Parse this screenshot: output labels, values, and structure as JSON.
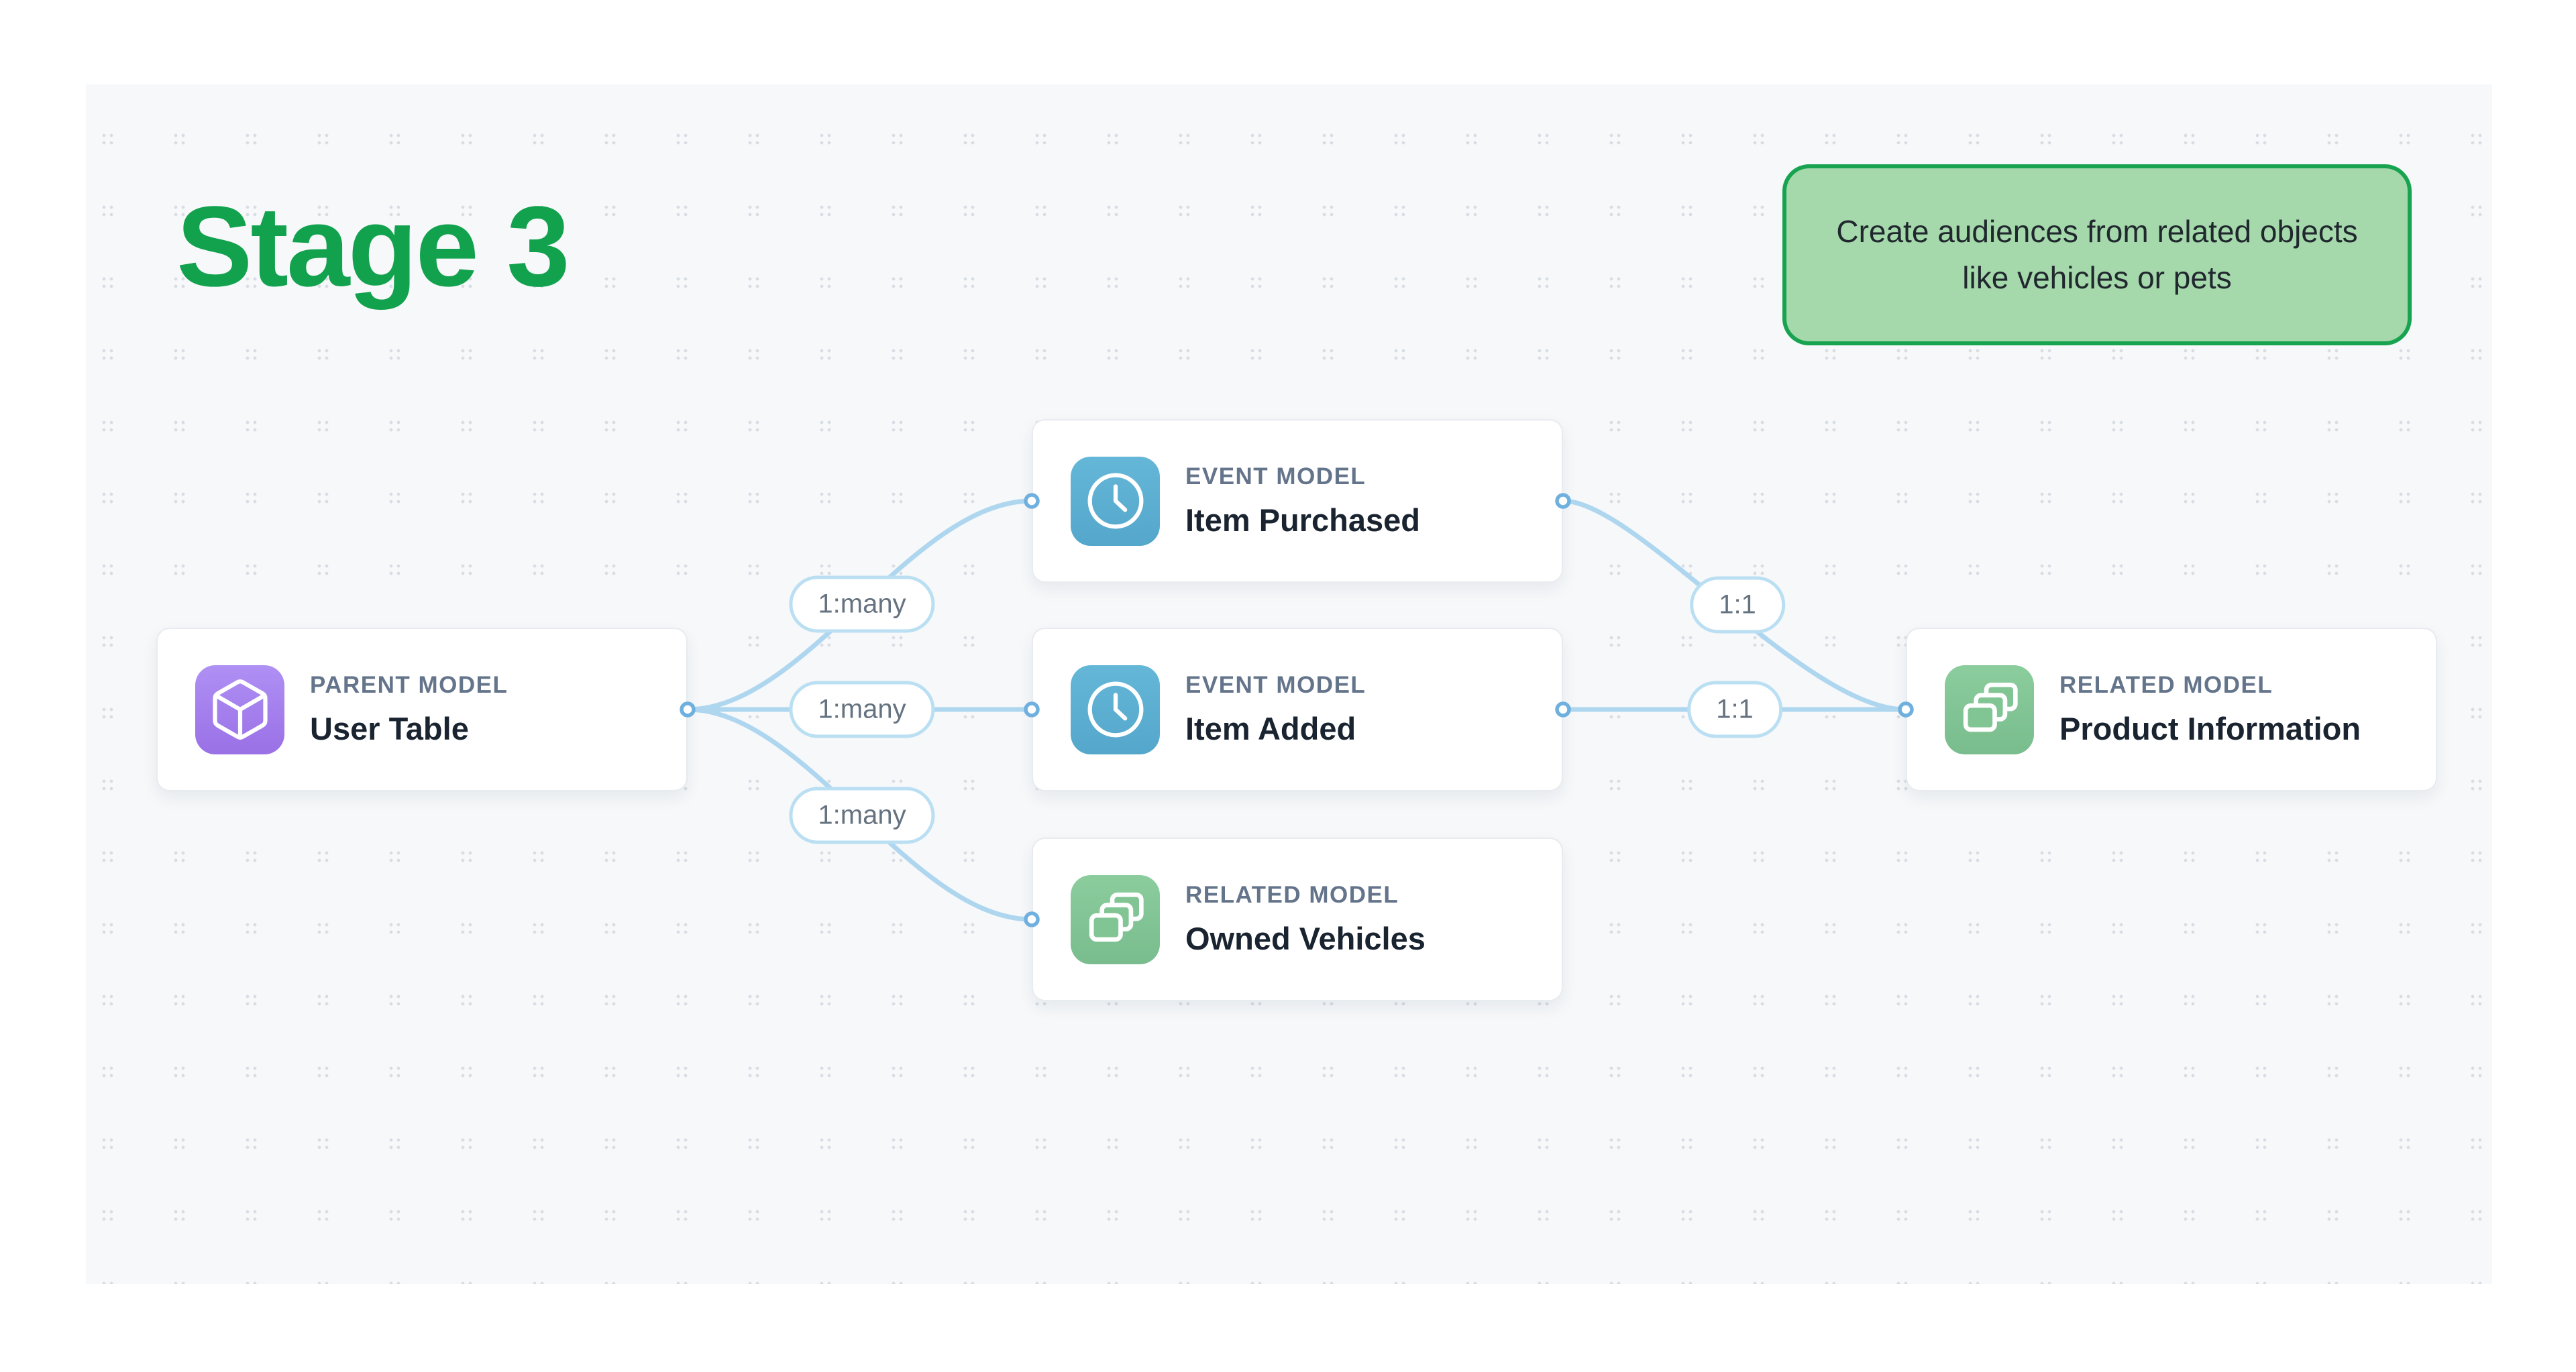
{
  "title": {
    "text": "Stage 3"
  },
  "callout": {
    "text": "Create audiences from related objects like vehicles or pets"
  },
  "diagram": {
    "nodes": [
      {
        "type_label": "PARENT MODEL",
        "name": "User Table",
        "icon": "cube-icon",
        "color": "#9a70e6"
      },
      {
        "type_label": "EVENT MODEL",
        "name": "Item Purchased",
        "icon": "clock-icon",
        "color": "#54a7cb"
      },
      {
        "type_label": "EVENT MODEL",
        "name": "Item Added",
        "icon": "clock-icon",
        "color": "#54a7cb"
      },
      {
        "type_label": "RELATED MODEL",
        "name": "Owned Vehicles",
        "icon": "layers-icon",
        "color": "#79bc8d"
      },
      {
        "type_label": "RELATED MODEL",
        "name": "Product Information",
        "icon": "layers-icon",
        "color": "#79bc8d"
      }
    ],
    "edges": [
      {
        "from": "User Table",
        "to": "Item Purchased",
        "label": "1:many"
      },
      {
        "from": "User Table",
        "to": "Item Added",
        "label": "1:many"
      },
      {
        "from": "User Table",
        "to": "Owned Vehicles",
        "label": "1:many"
      },
      {
        "from": "Item Purchased",
        "to": "Product Information",
        "label": "1:1"
      },
      {
        "from": "Item Added",
        "to": "Product Information",
        "label": "1:1"
      }
    ]
  },
  "colors": {
    "accent_green": "#12a24e",
    "callout_fill": "#a5d8ab",
    "callout_border": "#17a34f",
    "canvas_background": "#f6f8fa",
    "canvas_dots": "#d8dde4",
    "edge_blue": "#aed6ef",
    "handle_ring_blue": "#6fb0df",
    "pill_border_blue": "#badff2"
  }
}
